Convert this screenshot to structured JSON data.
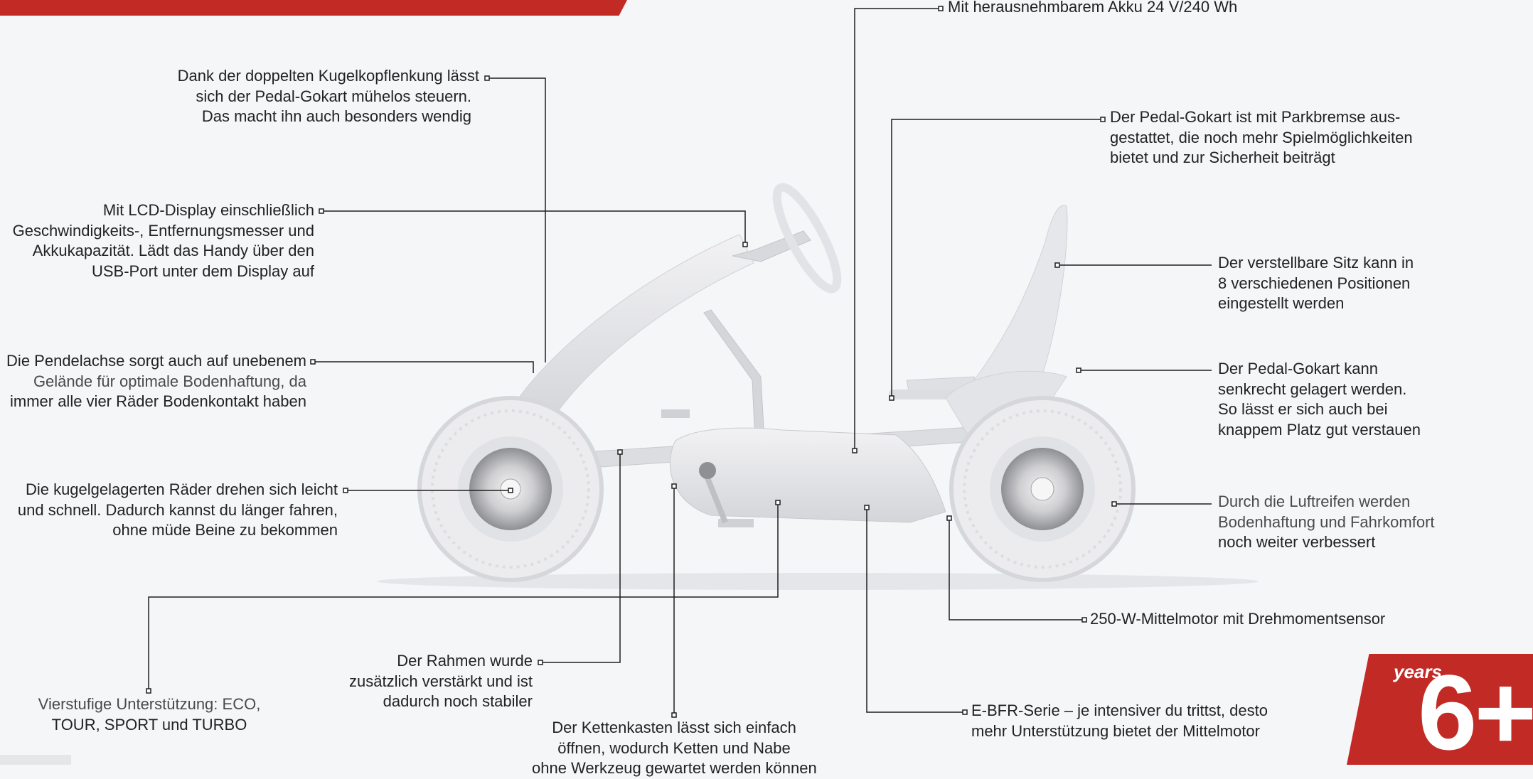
{
  "callouts": {
    "steering": [
      "Dank der doppelten Kugelkopflenkung lässt",
      "sich der Pedal-Gokart mühelos steuern.",
      "Das macht ihn auch besonders wendig"
    ],
    "display": [
      "Mit LCD-Display einschließlich",
      "Geschwindigkeits-, Entfernungsmesser und",
      "Akkukapazität. Lädt das Handy über den",
      "USB-Port unter dem Display auf"
    ],
    "axle": [
      "Die Pendelachse sorgt auch auf unebenem",
      "Gelände für optimale Bodenhaftung, da",
      "immer alle vier Räder Bodenkontakt haben"
    ],
    "wheels": [
      "Die kugelgelagerten Räder drehen sich leicht",
      "und schnell. Dadurch kannst du länger fahren,",
      "ohne müde Beine zu bekommen"
    ],
    "frame": [
      "Der Rahmen wurde",
      "zusätzlich verstärkt und ist",
      "dadurch noch stabiler"
    ],
    "support": [
      "Vierstufige Unterstützung: ECO,",
      "TOUR, SPORT und TURBO"
    ],
    "chain": [
      "Der Kettenkasten lässt sich einfach",
      "öffnen, wodurch Ketten und Nabe",
      "ohne Werkzeug gewartet werden können"
    ],
    "battery": [
      "Mit herausnehmbarem Akku 24 V/240 Wh"
    ],
    "brake": [
      "Der Pedal-Gokart ist mit Parkbremse aus-",
      "gestattet, die noch mehr Spielmöglichkeiten",
      "bietet und zur Sicherheit beiträgt"
    ],
    "seat": [
      "Der verstellbare Sitz kann in",
      "8 verschiedenen Positionen",
      "eingestellt werden"
    ],
    "storage": [
      "Der Pedal-Gokart kann",
      "senkrecht gelagert werden.",
      "So lässt er sich auch bei",
      "knappem Platz gut verstauen"
    ],
    "tyres": [
      "Durch die Luftreifen werden",
      "Bodenhaftung und Fahrkomfort",
      "noch weiter verbessert"
    ],
    "motor": [
      "250-W-Mittelmotor mit Drehmomentsensor"
    ],
    "ebfr": [
      "E-BFR-Serie – je intensiver du trittst, desto",
      "mehr Unterstützung bietet der Mittelmotor"
    ]
  },
  "badge": {
    "years": "years",
    "age": "6+"
  },
  "colors": {
    "accent": "#c22a26",
    "background": "#f5f6f8",
    "kart": "#e4e5e8"
  }
}
